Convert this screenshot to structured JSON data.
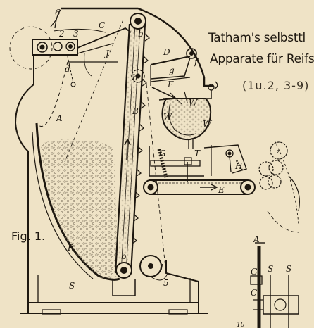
{
  "caption": {
    "line1": "Tatham's selbsttl",
    "line2": "Apparate für Reifs",
    "line3": "(1u.2, 3-9)"
  },
  "figure_label": "Fig. 1.",
  "part_labels": {
    "six": "6",
    "C": "C",
    "two": "2",
    "three": "3",
    "d": "d",
    "J": "J",
    "b_top": "b",
    "D": "D",
    "f": "f",
    "g": "g",
    "h": "h",
    "F": "F",
    "W": "W",
    "W1": "W",
    "W2": "W",
    "A": "A",
    "B": "B",
    "G": "G",
    "T": "T",
    "H": "H",
    "E": "E",
    "R": "R",
    "S": "S",
    "b_bot": "b",
    "one": "1",
    "five": "5",
    "A1": "A",
    "G1": "G",
    "C1": "C",
    "S_r1": "S",
    "S_r2": "S",
    "z": "z",
    "ten": "10"
  },
  "colors": {
    "paper": "#efe3c6",
    "ink": "#1e1810",
    "rice": "#9a8f7a"
  }
}
